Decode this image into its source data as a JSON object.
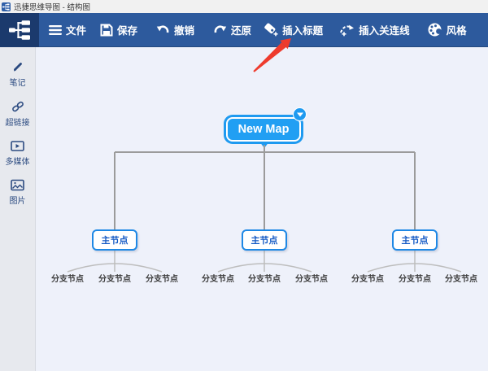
{
  "window": {
    "title": "迅捷思维导图 - 结构图"
  },
  "toolbar": {
    "buttons": [
      {
        "label": "文件",
        "icon": "menu-icon"
      },
      {
        "label": "保存",
        "icon": "save-icon"
      },
      {
        "label": "撤销",
        "icon": "undo-icon"
      },
      {
        "label": "还原",
        "icon": "redo-icon"
      },
      {
        "label": "插入标题",
        "icon": "tag-plus-icon"
      },
      {
        "label": "插入关连线",
        "icon": "relation-line-icon"
      },
      {
        "label": "风格",
        "icon": "palette-icon"
      }
    ]
  },
  "sidebar": {
    "items": [
      {
        "label": "笔记",
        "icon": "pencil-icon"
      },
      {
        "label": "超链接",
        "icon": "link-icon"
      },
      {
        "label": "多媒体",
        "icon": "media-icon"
      },
      {
        "label": "图片",
        "icon": "image-icon"
      }
    ]
  },
  "map": {
    "root": {
      "label": "New Map"
    },
    "main_nodes": [
      {
        "label": "主节点",
        "children": [
          "分支节点",
          "分支节点",
          "分支节点"
        ]
      },
      {
        "label": "主节点",
        "children": [
          "分支节点",
          "分支节点",
          "分支节点"
        ]
      },
      {
        "label": "主节点",
        "children": [
          "分支节点",
          "分支节点",
          "分支节点"
        ]
      }
    ]
  },
  "colors": {
    "toolbar_blue": "#2d5a9d",
    "logo_blue": "#1b3a6d",
    "node_blue": "#1e9af0",
    "main_node_border": "#1e88e5",
    "connector_gray": "#9b9b9b",
    "annotation_arrow_red": "#ee3b2d"
  }
}
